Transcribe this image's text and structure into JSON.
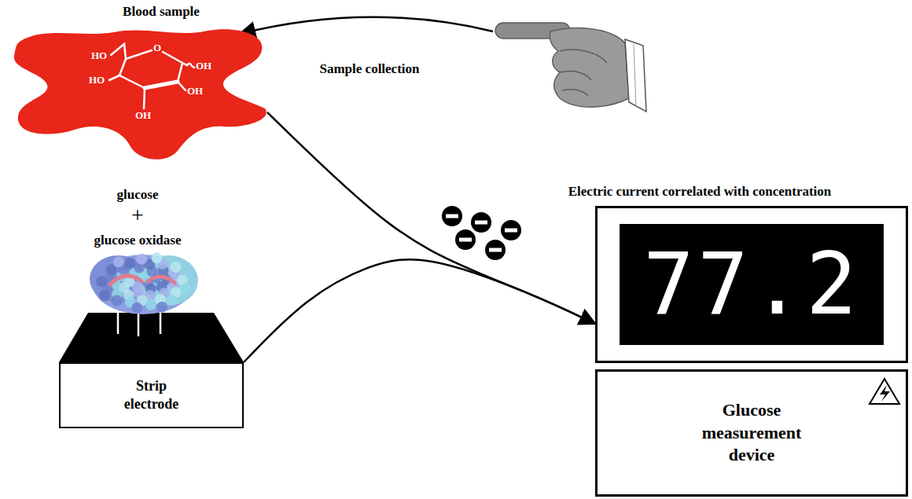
{
  "diagram": {
    "nodes": [
      {
        "text": [
          "Blood sample"
        ]
      },
      {
        "text": [
          "Strip electrode"
        ]
      },
      {
        "text": [
          "77.2"
        ]
      },
      {
        "text": [
          "Glucose measurement device"
        ]
      }
    ],
    "edges": [
      {
        "from": 0,
        "to": 2,
        "arrow": "to"
      },
      {
        "from": 1,
        "to": 2,
        "arrow": "to"
      }
    ],
    "labels": [
      "Sample collection",
      "HO",
      "O",
      "OH",
      "HO",
      "OH",
      "OH",
      "glucose",
      "+",
      "glucose oxidase",
      "Electric current correlated with concentration"
    ]
  }
}
